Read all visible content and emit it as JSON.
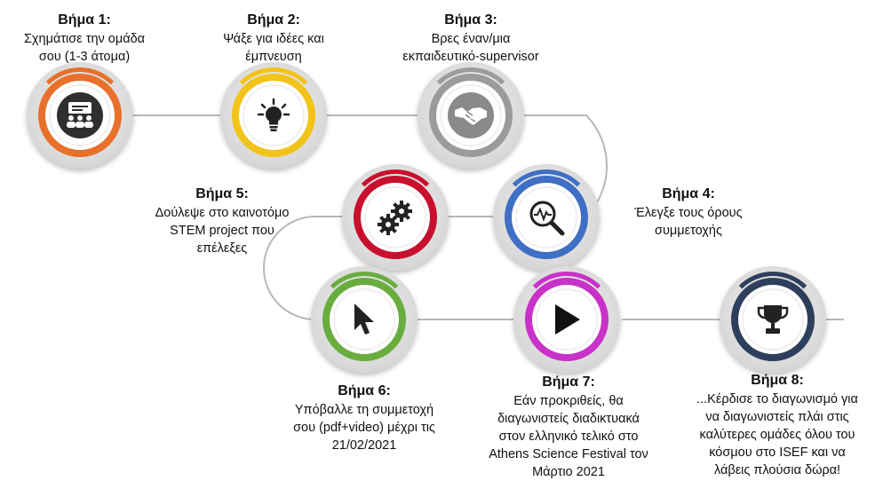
{
  "steps": [
    {
      "title": "Βήμα 1:",
      "lines": [
        "Σχημάτισε την ομάδα",
        "σου (1-3 άτομα)"
      ],
      "icon": "group-meeting-icon",
      "color": "#e8702a"
    },
    {
      "title": "Βήμα 2:",
      "lines": [
        "Ψάξε για ιδέες και",
        "έμπνευση"
      ],
      "icon": "lightbulb-icon",
      "color": "#f2c318"
    },
    {
      "title": "Βήμα 3:",
      "lines": [
        "Βρες έναν/μια",
        "εκπαιδευτικό-supervisor"
      ],
      "icon": "handshake-icon",
      "color": "#9b9b9b"
    },
    {
      "title": "Βήμα 4:",
      "lines": [
        "Έλεγξε τους όρους",
        "συμμετοχής"
      ],
      "icon": "magnifier-pulse-icon",
      "color": "#3f6fc4"
    },
    {
      "title": "Βήμα 5:",
      "lines": [
        "Δούλεψε στο καινοτόμο",
        "STEM project που",
        "επέλεξες"
      ],
      "icon": "gears-icon",
      "color": "#c8102e"
    },
    {
      "title": "Βήμα 6:",
      "lines": [
        "Υπόβαλλε τη συμμετοχή",
        "σου (pdf+video) μέχρι τις",
        "21/02/2021"
      ],
      "icon": "cursor-pointer-icon",
      "color": "#6aad3f"
    },
    {
      "title": "Βήμα 7:",
      "lines": [
        "Εάν προκριθείς, θα",
        "διαγωνιστείς διαδικτυακά",
        "στον ελληνικό τελικό στο",
        "Athens Science Festival τον",
        "Μάρτιο 2021"
      ],
      "icon": "play-icon",
      "color": "#c832c8"
    },
    {
      "title": "Βήμα 8:",
      "lines": [
        "...Κέρδισε  το διαγωνισμό για",
        "να διαγωνιστείς πλάι στις",
        "καλύτερες ομάδες όλου του",
        "κόσμου στο ISEF και να",
        "λάβεις πλούσια δώρα!"
      ],
      "icon": "trophy-icon",
      "color": "#2e3f5c"
    }
  ]
}
